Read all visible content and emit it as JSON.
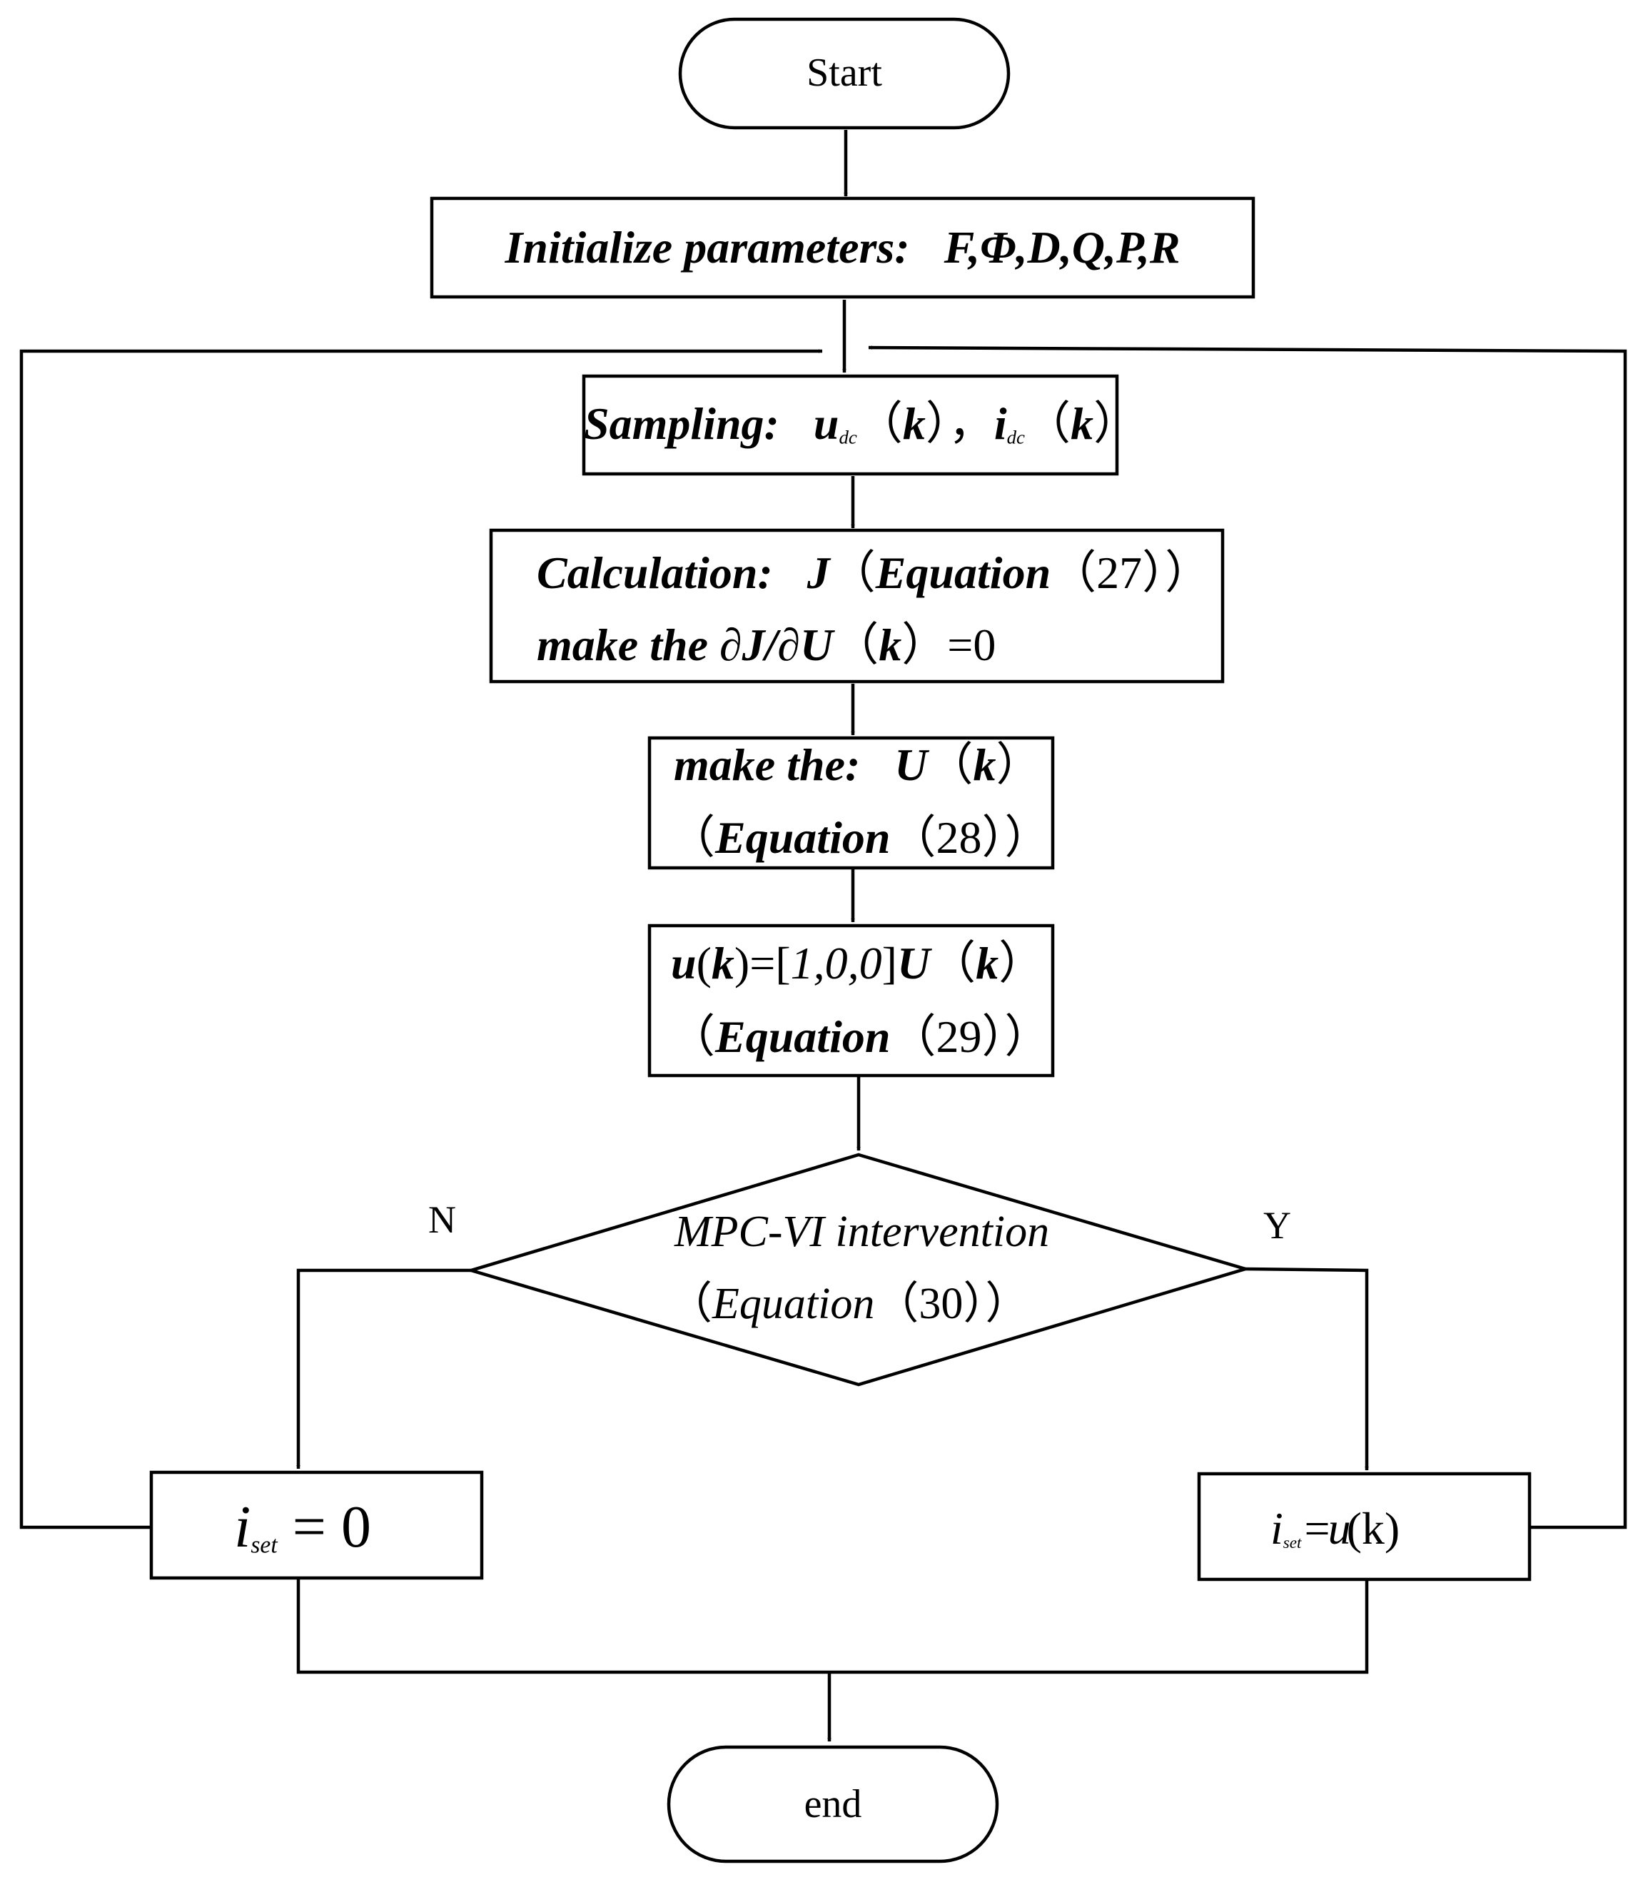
{
  "flowchart": {
    "start": "Start",
    "init": {
      "label": "Initialize parameters",
      "sep": ":",
      "params": "F,Φ,D,Q,P,R"
    },
    "sampling": {
      "label": "Sampling",
      "sep": ":",
      "u": "u",
      "u_sub": "dc",
      "i": "i",
      "i_sub": "dc",
      "k": "k",
      "comma": "，"
    },
    "calculation": {
      "label": "Calculation",
      "sep": ":",
      "J": "J",
      "equation_word": "Equation",
      "equation_number": "27",
      "line2_prefix": "make the ∂J/∂U",
      "k": "k",
      "line2_suffix": "=0"
    },
    "make_u": {
      "line1_prefix": "make the",
      "sep": ":",
      "U": "U",
      "k": "k",
      "equation_word": "Equation",
      "equation_number": "28"
    },
    "u_select": {
      "u": "u",
      "k": "k",
      "vector": "1,0,0",
      "U": "U",
      "equation_word": "Equation",
      "equation_number": "29"
    },
    "decision": {
      "line1": "MPC-VI  intervention",
      "equation_word": "Equation",
      "equation_number": "30",
      "no_label": "N",
      "yes_label": "Y"
    },
    "no_branch": {
      "i": "i",
      "sub": "set",
      "rhs": "= 0"
    },
    "yes_branch": {
      "i": "i",
      "sub": "set",
      "rhs_u": "=u",
      "rhs_k": "(k)"
    },
    "end": "end"
  },
  "colors": {
    "line": "#000000",
    "background": "#ffffff"
  }
}
